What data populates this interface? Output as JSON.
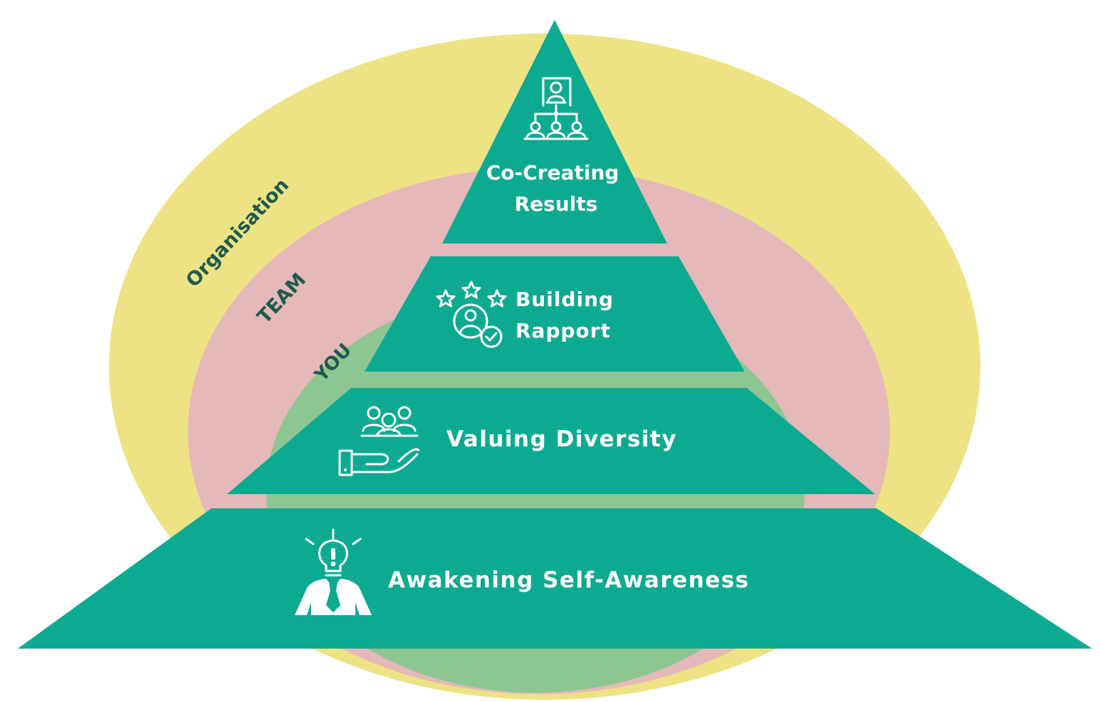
{
  "colors": {
    "organisation_ring": "#ede385",
    "team_ring": "#e5b8b9",
    "you_ring": "#8dc691",
    "pyramid": "#0daa92",
    "ring_label": "#1e5a4c",
    "tier_label": "#ffffff"
  },
  "rings": [
    {
      "id": "organisation",
      "label": "Organisation"
    },
    {
      "id": "team",
      "label": "TEAM"
    },
    {
      "id": "you",
      "label": "YOU"
    }
  ],
  "tiers": [
    {
      "id": "top",
      "lines": [
        "Co-Creating",
        "Results"
      ],
      "icon": "org-chart-icon"
    },
    {
      "id": "second",
      "lines": [
        "Building",
        "Rapport"
      ],
      "icon": "rated-person-icon"
    },
    {
      "id": "third",
      "lines": [
        "Valuing Diversity"
      ],
      "icon": "hand-holding-people-icon"
    },
    {
      "id": "base",
      "lines": [
        "Awakening Self-Awareness"
      ],
      "icon": "lightbulb-head-icon"
    }
  ]
}
